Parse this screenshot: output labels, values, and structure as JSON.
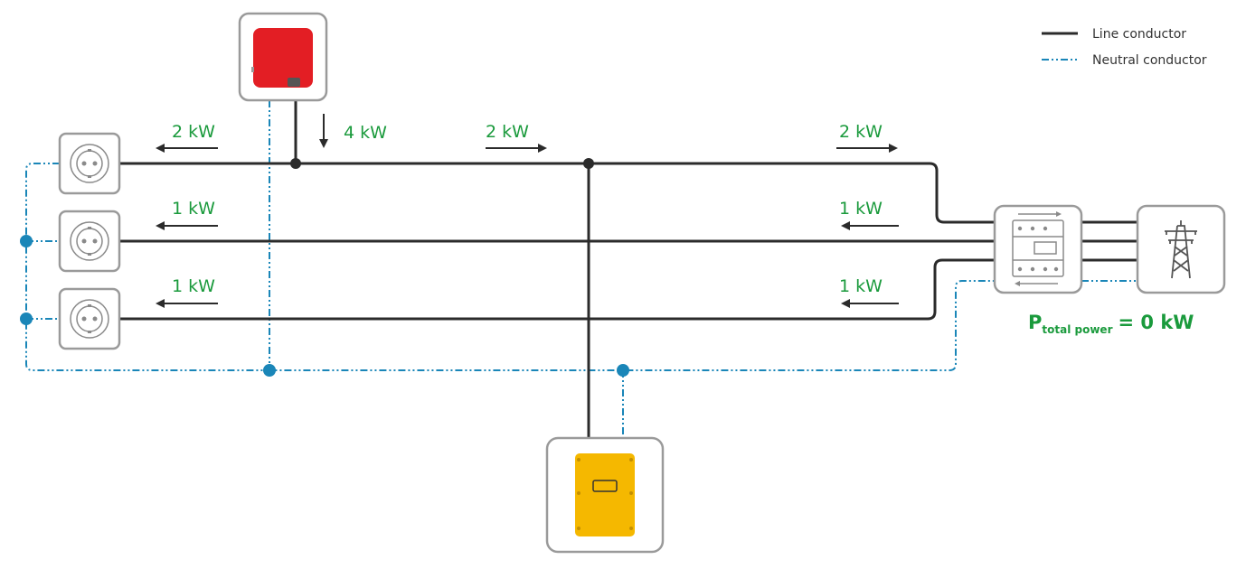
{
  "legend": {
    "line_conductor": "Line conductor",
    "neutral_conductor": "Neutral conductor"
  },
  "flows": {
    "outlet_1": "2 kW",
    "outlet_2": "1 kW",
    "outlet_3": "1 kW",
    "pv_inverter": "4 kW",
    "to_battery": "2 kW",
    "grid_1": "2 kW",
    "grid_2": "1 kW",
    "grid_3": "1 kW"
  },
  "total": {
    "prefix": "P",
    "subscript": "total power",
    "value": "= 0 kW"
  },
  "colors": {
    "power_label": "#1a9a3c",
    "line_conductor": "#2b2b2b",
    "neutral_conductor": "#1a86b8",
    "pv_inverter": "#e31e24",
    "battery_inverter": "#f5b800",
    "device_border": "#9a9a9a"
  },
  "icons": {
    "pv_inverter": "pv-inverter-icon",
    "battery_inverter": "battery-inverter-icon",
    "meter": "energy-meter-icon",
    "grid": "power-pylon-icon",
    "outlet": "power-outlet-icon"
  }
}
